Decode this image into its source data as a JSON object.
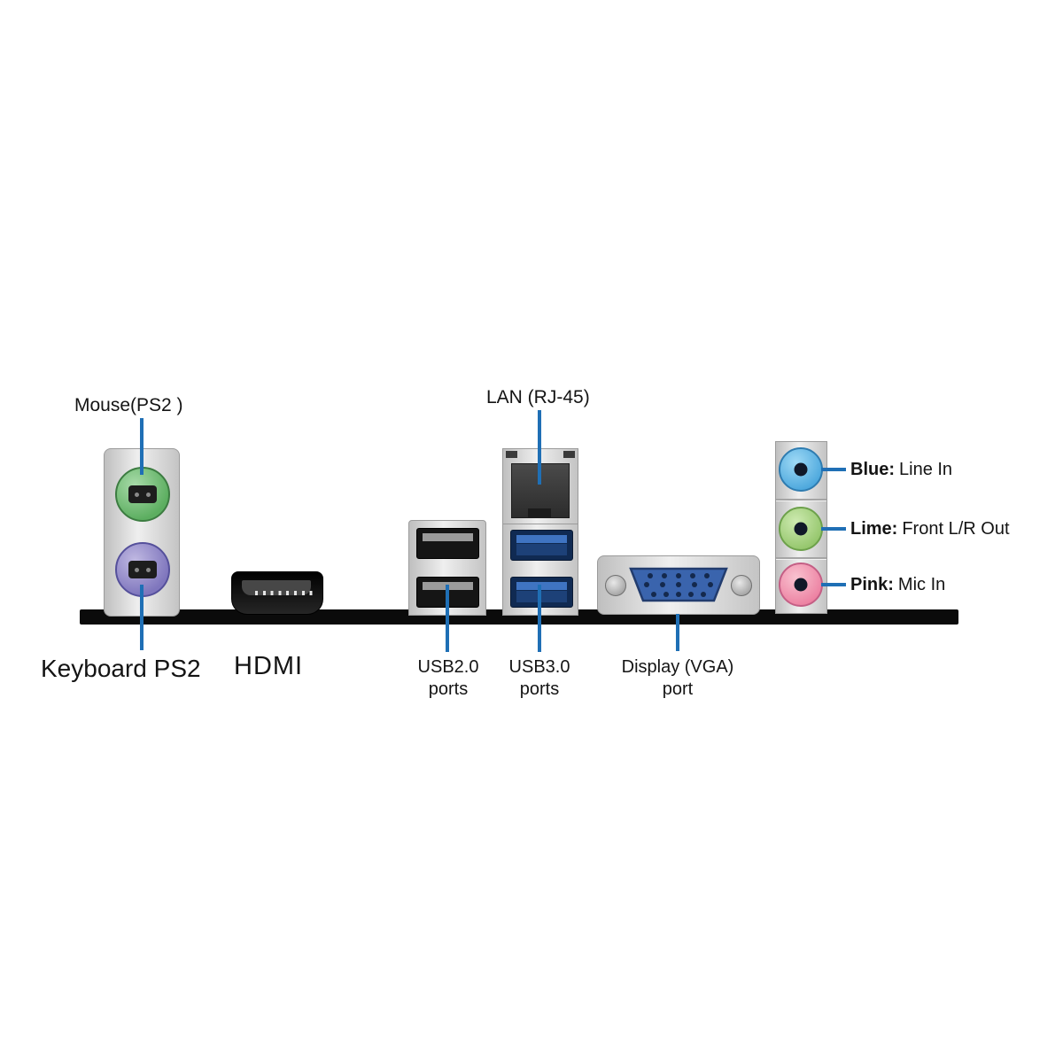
{
  "labels": {
    "mouse": "Mouse(PS2 )",
    "keyboard": "Keyboard PS2",
    "hdmi": "HDMI",
    "lan": "LAN (RJ-45)",
    "usb2": {
      "line1": "USB2.0",
      "line2": "ports"
    },
    "usb3": {
      "line1": "USB3.0",
      "line2": "ports"
    },
    "vga": {
      "line1": "Display (VGA)",
      "line2": "port"
    },
    "audio": [
      {
        "color_word": "Blue:",
        "desc": "Line In"
      },
      {
        "color_word": "Lime:",
        "desc": "Front L/R Out"
      },
      {
        "color_word": "Pink:",
        "desc": "Mic In"
      }
    ]
  },
  "colors": {
    "callout_line": "#1f6fb5",
    "panel_bar": "#0b0b0b",
    "ps2_mouse_green": "#5cae60",
    "ps2_keyboard_purple": "#7f76bd",
    "usb3_blue": "#3f74c2",
    "vga_connector_blue": "#3a64ad",
    "audio_blue": "#4aa6dc",
    "audio_lime": "#93c56a",
    "audio_pink": "#ec7fa0"
  }
}
